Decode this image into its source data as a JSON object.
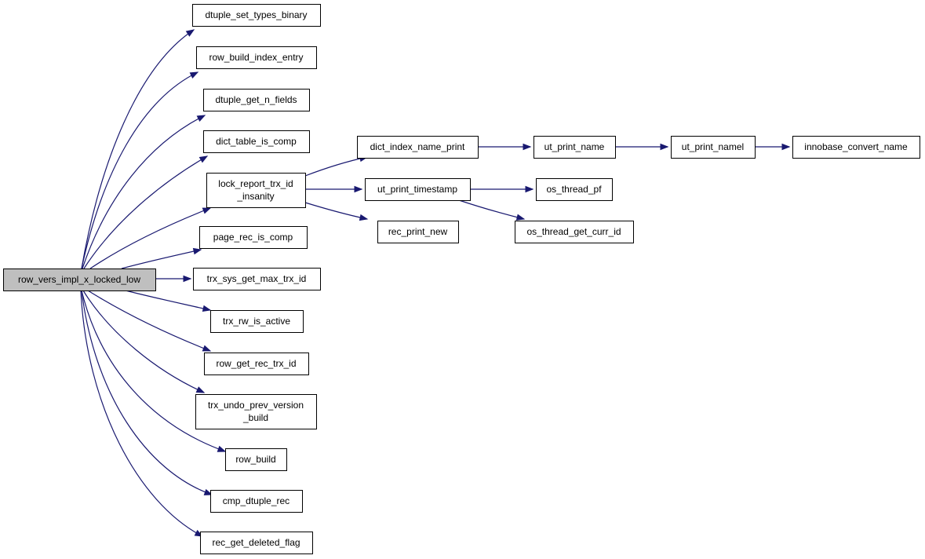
{
  "graph": {
    "root": "row_vers_impl_x_locked_low",
    "nodes": [
      {
        "id": "root",
        "label": "row_vers_impl_x_locked_low"
      },
      {
        "id": "n1",
        "label": "dtuple_set_types_binary"
      },
      {
        "id": "n2",
        "label": "row_build_index_entry"
      },
      {
        "id": "n3",
        "label": "dtuple_get_n_fields"
      },
      {
        "id": "n4",
        "label": "dict_table_is_comp"
      },
      {
        "id": "n5",
        "label": "lock_report_trx_id\n_insanity"
      },
      {
        "id": "n6",
        "label": "page_rec_is_comp"
      },
      {
        "id": "n7",
        "label": "trx_sys_get_max_trx_id"
      },
      {
        "id": "n8",
        "label": "trx_rw_is_active"
      },
      {
        "id": "n9",
        "label": "row_get_rec_trx_id"
      },
      {
        "id": "n10",
        "label": "trx_undo_prev_version\n_build"
      },
      {
        "id": "n11",
        "label": "row_build"
      },
      {
        "id": "n12",
        "label": "cmp_dtuple_rec"
      },
      {
        "id": "n13",
        "label": "rec_get_deleted_flag"
      },
      {
        "id": "n14",
        "label": "dict_index_name_print"
      },
      {
        "id": "n15",
        "label": "ut_print_timestamp"
      },
      {
        "id": "n16",
        "label": "rec_print_new"
      },
      {
        "id": "n17",
        "label": "ut_print_name"
      },
      {
        "id": "n18",
        "label": "ut_print_namel"
      },
      {
        "id": "n19",
        "label": "innobase_convert_name"
      },
      {
        "id": "n20",
        "label": "os_thread_pf"
      },
      {
        "id": "n21",
        "label": "os_thread_get_curr_id"
      }
    ],
    "edges": [
      [
        "root",
        "n1"
      ],
      [
        "root",
        "n2"
      ],
      [
        "root",
        "n3"
      ],
      [
        "root",
        "n4"
      ],
      [
        "root",
        "n5"
      ],
      [
        "root",
        "n6"
      ],
      [
        "root",
        "n7"
      ],
      [
        "root",
        "n8"
      ],
      [
        "root",
        "n9"
      ],
      [
        "root",
        "n10"
      ],
      [
        "root",
        "n11"
      ],
      [
        "root",
        "n12"
      ],
      [
        "root",
        "n13"
      ],
      [
        "n5",
        "n14"
      ],
      [
        "n5",
        "n15"
      ],
      [
        "n5",
        "n16"
      ],
      [
        "n14",
        "n17"
      ],
      [
        "n17",
        "n18"
      ],
      [
        "n18",
        "n19"
      ],
      [
        "n15",
        "n20"
      ],
      [
        "n15",
        "n21"
      ]
    ],
    "colors": {
      "edge": "#191970",
      "root_fill": "#bfbfbf",
      "node_fill": "#ffffff",
      "node_border": "#000000"
    }
  }
}
